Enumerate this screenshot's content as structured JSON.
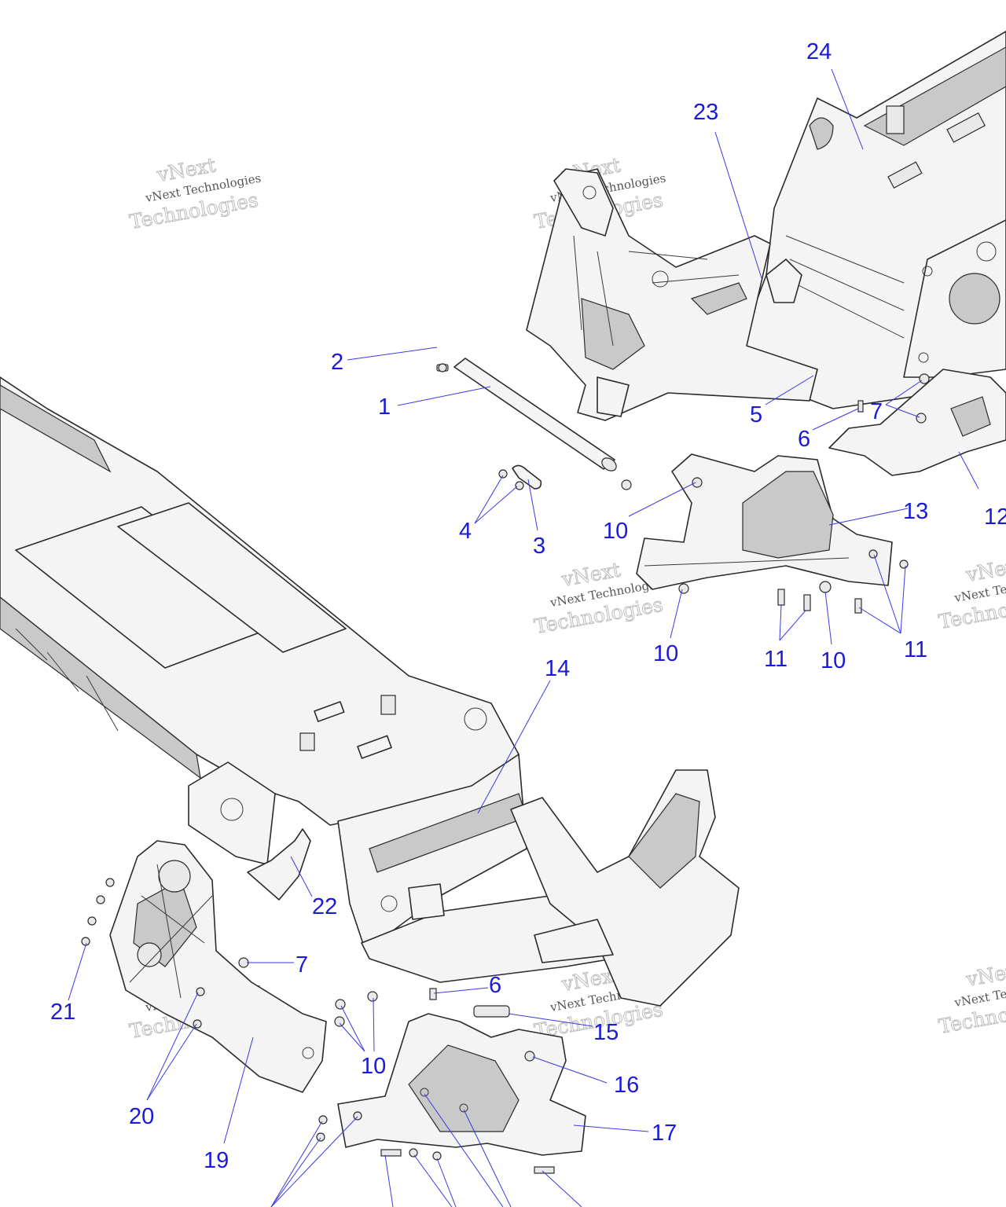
{
  "watermark": {
    "brand_word": "vNext",
    "line": "vNext Technologies",
    "big_word": "Technologies"
  },
  "callouts": {
    "c1": "1",
    "c2": "2",
    "c3": "3",
    "c4": "4",
    "c5": "5",
    "c6a": "6",
    "c6b": "6",
    "c7a": "7",
    "c7b": "7",
    "c10a": "10",
    "c10b": "10",
    "c10c": "10",
    "c10d": "10",
    "c11a": "11",
    "c11b": "11",
    "c12": "12",
    "c13": "13",
    "c14": "14",
    "c15": "15",
    "c16": "16",
    "c17": "17",
    "c19": "19",
    "c20": "20",
    "c21": "21",
    "c22": "22",
    "c23": "23",
    "c24": "24"
  }
}
